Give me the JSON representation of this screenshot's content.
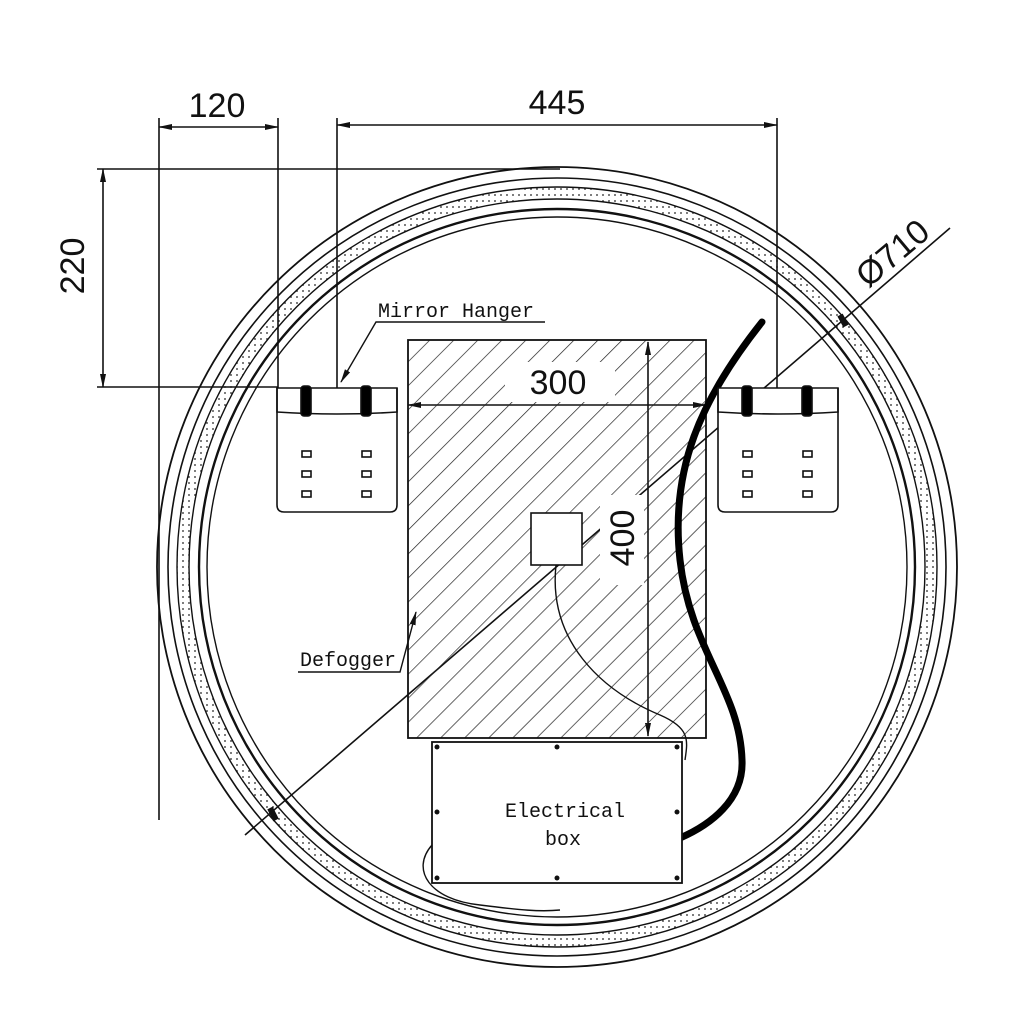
{
  "dimensions": {
    "hanger_offset": "120",
    "hanger_spacing": "445",
    "hanger_height": "220",
    "diameter": "Ø710",
    "defogger_width": "300",
    "defogger_height": "400"
  },
  "labels": {
    "mirror_hanger": "Mirror Hanger",
    "defogger": "Defogger",
    "electrical_box_line1": "Electrical",
    "electrical_box_line2": "box"
  }
}
